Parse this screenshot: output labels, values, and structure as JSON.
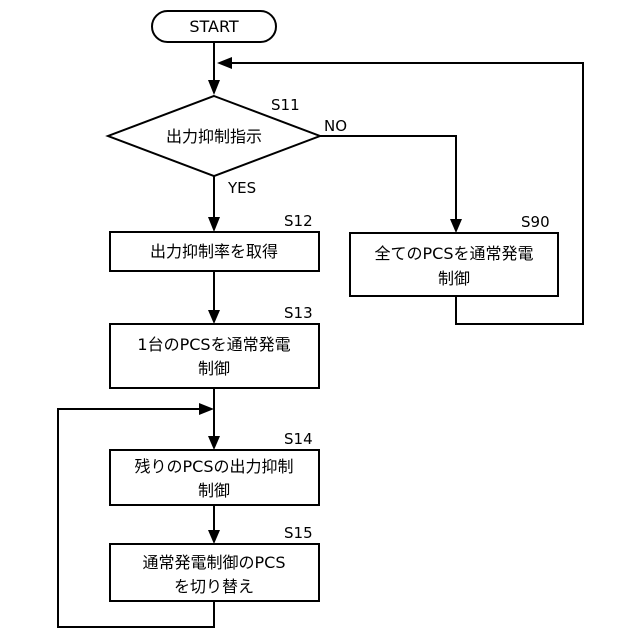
{
  "start": {
    "label": "START"
  },
  "steps": {
    "s11": {
      "id": "S11",
      "text": "出力抑制指示"
    },
    "s12": {
      "id": "S12",
      "text": "出力抑制率を取得"
    },
    "s13": {
      "id": "S13",
      "lines": [
        "1台のPCSを通常発電",
        "制御"
      ]
    },
    "s14": {
      "id": "S14",
      "lines": [
        "残りのPCSの出力抑制",
        "制御"
      ]
    },
    "s15": {
      "id": "S15",
      "lines": [
        "通常発電制御のPCS",
        "を切り替え"
      ]
    },
    "s90": {
      "id": "S90",
      "lines": [
        "全てのPCSを通常発電",
        "制御"
      ]
    }
  },
  "branches": {
    "no": "NO",
    "yes": "YES"
  }
}
